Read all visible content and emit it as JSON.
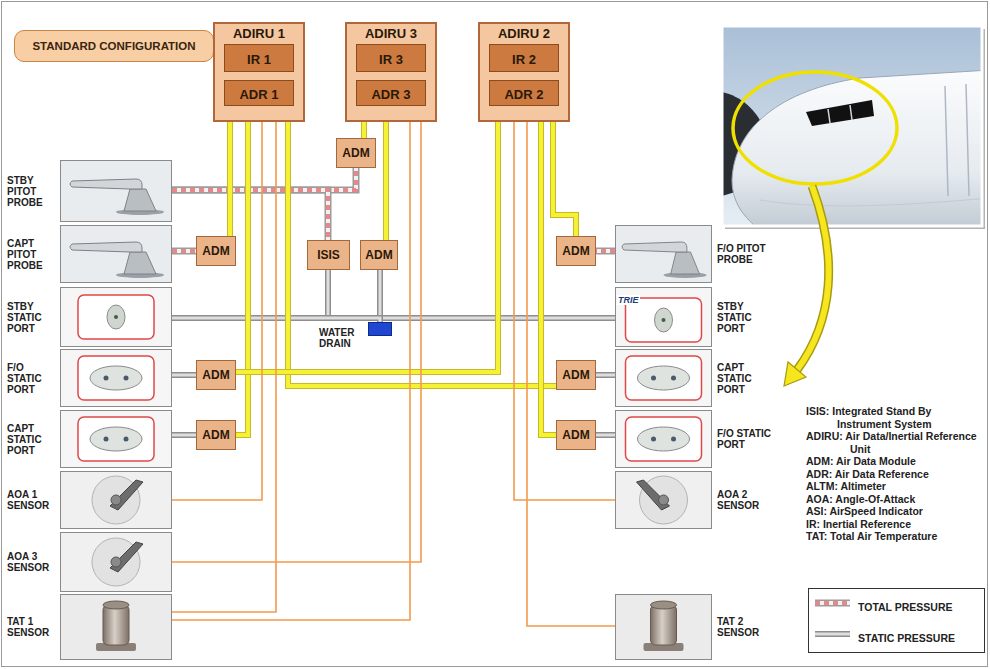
{
  "diagram": {
    "nodes": [
      {
        "text": [
          "STANDARD CONFIGURATION"
        ]
      },
      {
        "text": [
          "ADIRU 1"
        ]
      },
      {
        "text": [
          "IR 1"
        ],
        "in": 1
      },
      {
        "text": [
          "ADR 1"
        ],
        "in": 1
      },
      {
        "text": [
          "ADIRU 3"
        ]
      },
      {
        "text": [
          "IR 3"
        ],
        "in": 4
      },
      {
        "text": [
          "ADR 3"
        ],
        "in": 4
      },
      {
        "text": [
          "ADIRU 2"
        ]
      },
      {
        "text": [
          "IR 2"
        ],
        "in": 7
      },
      {
        "text": [
          "ADR 2"
        ],
        "in": 7
      },
      {
        "text": [
          "ADM"
        ]
      },
      {
        "text": [
          "STBY PITOT PROBE"
        ]
      },
      {
        "text": [
          "CAPT PITOT PROBE"
        ]
      },
      {
        "text": [
          "ADM"
        ]
      },
      {
        "text": [
          "ISIS"
        ]
      },
      {
        "text": [
          "ADM"
        ]
      },
      {
        "text": [
          "ADM"
        ]
      },
      {
        "text": [
          "F/O PITOT PROBE"
        ]
      },
      {
        "text": [
          "STBY STATIC PORT"
        ]
      },
      {
        "text": [
          "STBY STATIC PORT"
        ]
      },
      {
        "text": [
          "WATER DRAIN"
        ]
      },
      {
        "text": [
          "F/O STATIC PORT"
        ]
      },
      {
        "text": [
          "ADM"
        ]
      },
      {
        "text": [
          "ADM"
        ]
      },
      {
        "text": [
          "CAPT STATIC PORT"
        ]
      },
      {
        "text": [
          "CAPT STATIC PORT"
        ]
      },
      {
        "text": [
          "ADM"
        ]
      },
      {
        "text": [
          "ADM"
        ]
      },
      {
        "text": [
          "F/O STATIC PORT"
        ]
      },
      {
        "text": [
          "AOA 1 SENSOR"
        ]
      },
      {
        "text": [
          "AOA 2 SENSOR"
        ]
      },
      {
        "text": [
          "AOA 3 SENSOR"
        ]
      },
      {
        "text": [
          "TAT 1 SENSOR"
        ]
      },
      {
        "text": [
          "TAT 2 SENSOR"
        ]
      }
    ],
    "edges": [
      {
        "from": 11,
        "to": 10,
        "arrow": "none"
      },
      {
        "from": 11,
        "to": 14,
        "arrow": "none"
      },
      {
        "from": 12,
        "to": 13,
        "arrow": "none"
      },
      {
        "from": 17,
        "to": 16,
        "arrow": "none"
      },
      {
        "from": 18,
        "to": 19,
        "arrow": "none"
      },
      {
        "from": 14,
        "to": 18,
        "arrow": "none"
      },
      {
        "from": 15,
        "to": 19,
        "arrow": "none"
      },
      {
        "from": 20,
        "to": 18,
        "arrow": "none"
      },
      {
        "from": 21,
        "to": 22,
        "arrow": "none"
      },
      {
        "from": 25,
        "to": 26,
        "arrow": "none"
      },
      {
        "from": 24,
        "to": 23,
        "arrow": "none"
      },
      {
        "from": 28,
        "to": 27,
        "arrow": "none"
      },
      {
        "from": 10,
        "to": 6,
        "arrow": "to"
      },
      {
        "from": 15,
        "to": 6,
        "arrow": "to"
      },
      {
        "from": 13,
        "to": 3,
        "arrow": "to"
      },
      {
        "from": 26,
        "to": 3,
        "arrow": "to"
      },
      {
        "from": 29,
        "to": 3,
        "arrow": "to"
      },
      {
        "from": 32,
        "to": 3,
        "arrow": "to"
      },
      {
        "from": 23,
        "to": 3,
        "arrow": "to"
      },
      {
        "from": 32,
        "to": 6,
        "arrow": "to"
      },
      {
        "from": 31,
        "to": 6,
        "arrow": "to"
      },
      {
        "from": 22,
        "to": 9,
        "arrow": "to"
      },
      {
        "from": 30,
        "to": 9,
        "arrow": "to"
      },
      {
        "from": 33,
        "to": 9,
        "arrow": "to"
      },
      {
        "from": 27,
        "to": 9,
        "arrow": "to"
      },
      {
        "from": 16,
        "to": 9,
        "arrow": "to"
      }
    ],
    "labels": [
      "ISIS: Integrated Stand By Instrument System",
      "ADIRU: Air Data/Inertial Reference Unit",
      "ADM: Air Data Module",
      "ADR: Air Data Reference",
      "ALTM: Altimeter",
      "AOA: Angle-Of-Attack",
      "ASI: AirSpeed Indicator",
      "IR: Inertial Reference",
      "TAT: Total Air Temperature",
      "TRIE"
    ],
    "legend": [
      {
        "text": "TOTAL PRESSURE"
      },
      {
        "text": "STATIC PRESSURE"
      }
    ]
  }
}
